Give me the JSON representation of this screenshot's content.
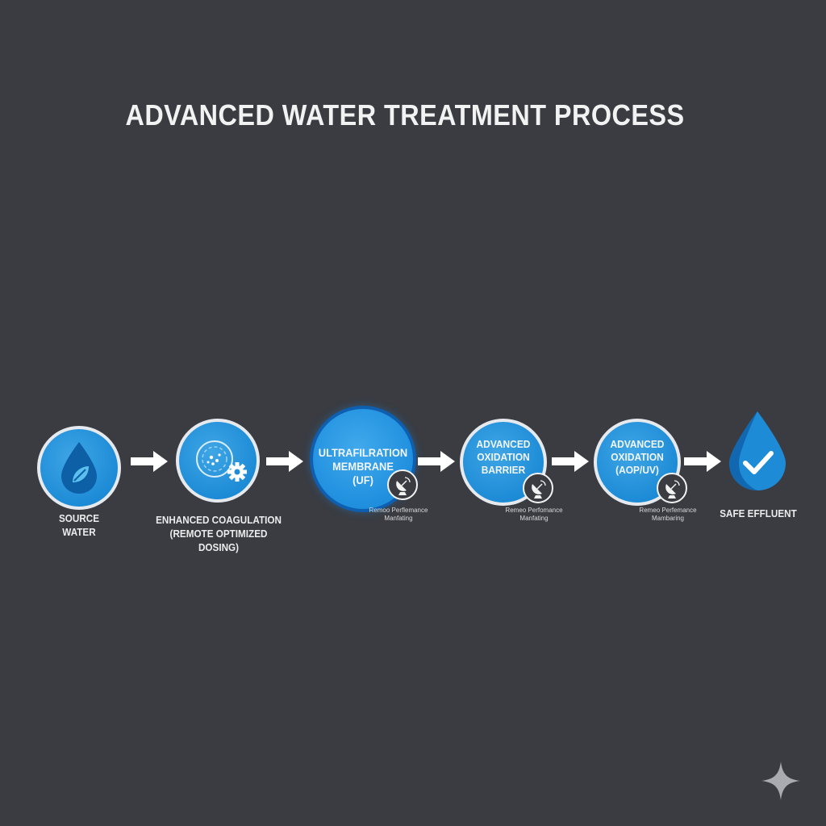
{
  "title": "ADVANCED WATER TREATMENT PROCESS",
  "stages": [
    {
      "id": "source",
      "icon": "water-drop-leaf-icon",
      "caption": [
        "SOURCE",
        "WATER"
      ]
    },
    {
      "id": "coagulation",
      "icon": "particles-gear-icon",
      "caption": [
        "ENHANCED COAGULATION",
        "(REMOTE OPTIMIZED DOSING)"
      ]
    },
    {
      "id": "uf",
      "label": [
        "ULTRAFILRATION",
        "MEMBRANE",
        "(UF)"
      ],
      "monitor": [
        "Remoo Perflemance",
        "Manfating"
      ]
    },
    {
      "id": "aob",
      "label": [
        "ADVANCED",
        "OXIDATION",
        "BARRIER"
      ],
      "monitor": [
        "Remeo Perfomance",
        "Manfating"
      ]
    },
    {
      "id": "aop",
      "label": [
        "ADVANCED",
        "OXIDATION",
        "(AOP/UV)"
      ],
      "monitor": [
        "Remeo Perfemance",
        "Mambaring"
      ]
    },
    {
      "id": "effluent",
      "icon": "water-drop-check-icon",
      "caption": [
        "SAFE EFFLUENT"
      ]
    }
  ],
  "colors": {
    "background": "#3a3c42",
    "accent": "#1d8bd6",
    "text": "#f2f2f2"
  }
}
